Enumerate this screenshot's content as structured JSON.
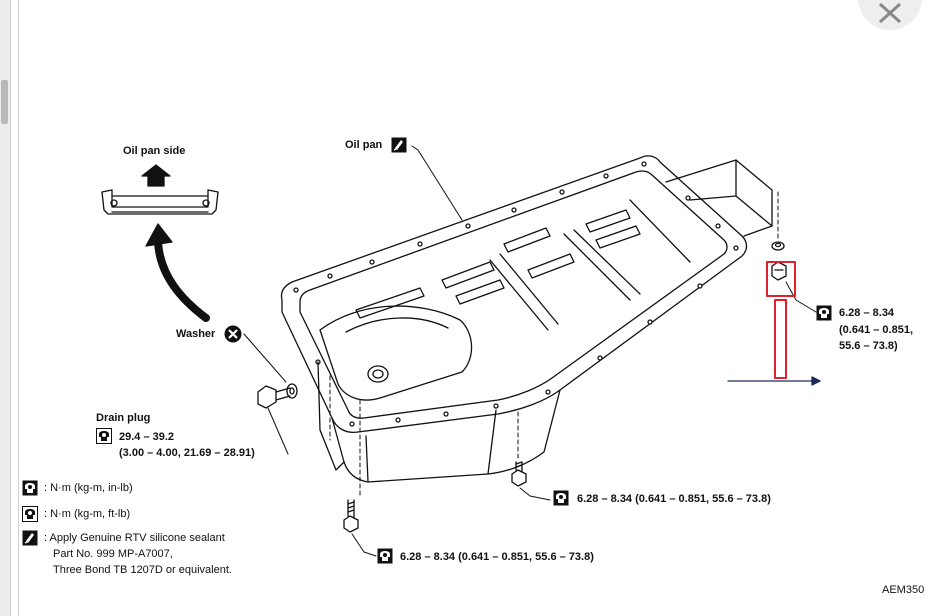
{
  "labels": {
    "oil_pan_side": "Oil pan side",
    "oil_pan": "Oil pan",
    "washer": "Washer",
    "drain_plug": "Drain plug",
    "drain_torque": "29.4 – 39.2",
    "drain_torque_alt": "(3.00 – 4.00, 21.69 – 28.91)",
    "right_bolt_torque": "6.28 – 8.34",
    "right_bolt_alt_1": "(0.641 – 0.851,",
    "right_bolt_alt_2": "55.6 – 73.8)",
    "mid_bolt_torque": "6.28 – 8.34 (0.641 – 0.851, 55.6 – 73.8)",
    "bottom_bolt_torque": "6.28 – 8.34 (0.641 – 0.851, 55.6 – 73.8)"
  },
  "legend": {
    "nm_inlb": ": N·m (kg-m, in-lb)",
    "nm_ftlb": ": N·m (kg-m, ft-lb)",
    "sealant_1": ": Apply Genuine RTV silicone sealant",
    "sealant_2": "Part No. 999 MP-A7007,",
    "sealant_3": "Three Bond TB 1207D or equivalent."
  },
  "figure_code": "AEM350",
  "icons": {
    "torque_inlb": "torque-in-lb-icon",
    "torque_ftlb": "torque-ft-lb-icon",
    "sealant": "sealant-icon",
    "do_not_reuse": "do-not-reuse-icon",
    "close": "close-icon"
  },
  "colors": {
    "line": "#111111",
    "highlight": "#e0202a",
    "arrow": "#1c2a5c"
  }
}
